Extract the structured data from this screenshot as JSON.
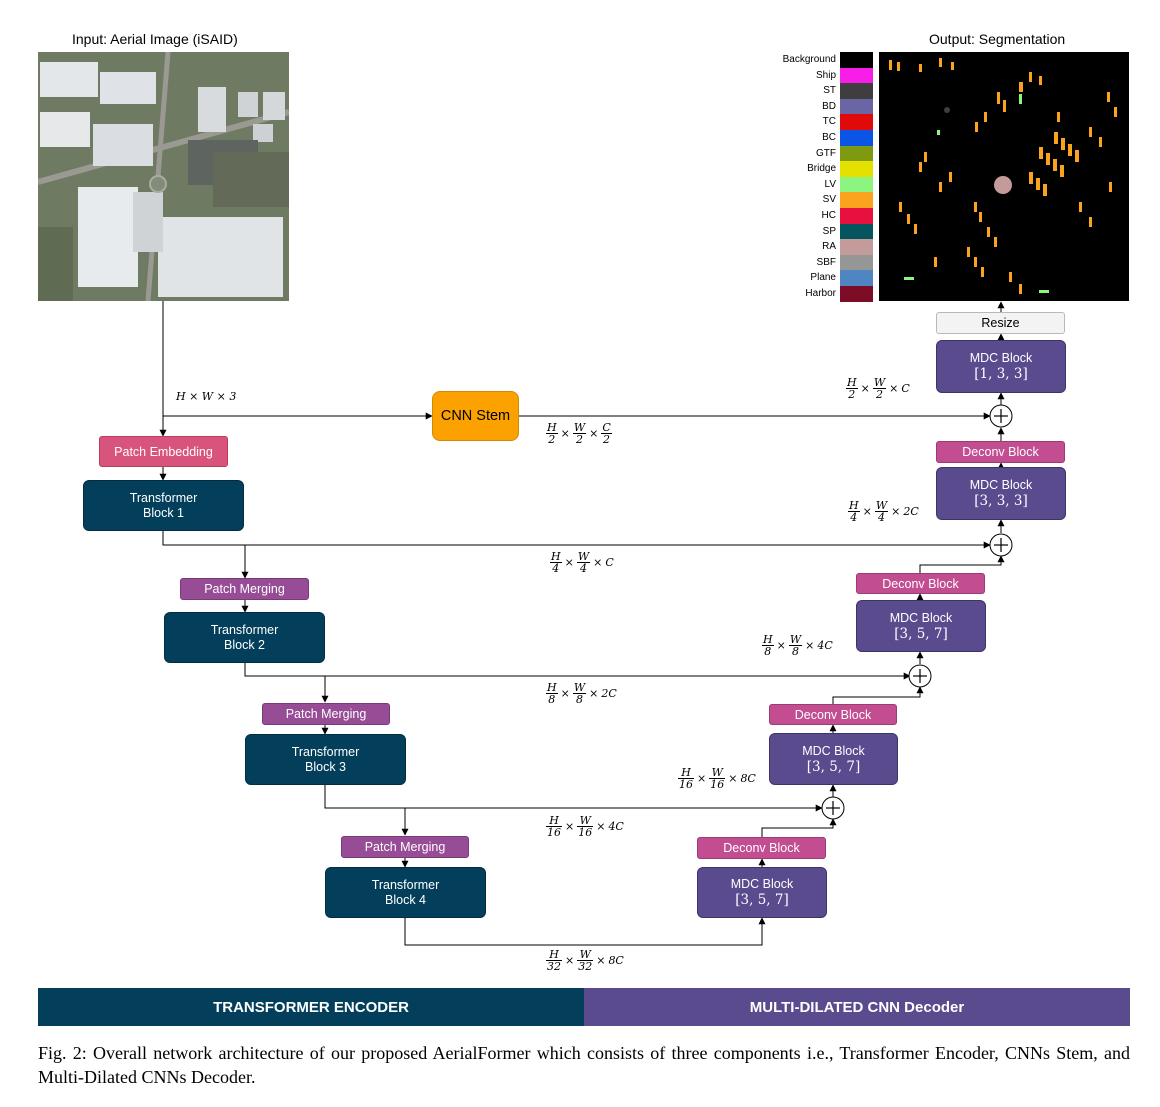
{
  "input_title": "Input: Aerial Image (iSAID)",
  "output_title": "Output: Segmentation",
  "legend": [
    {
      "label": "Background",
      "color": "#000000"
    },
    {
      "label": "Ship",
      "color": "#f81ee8"
    },
    {
      "label": "ST",
      "color": "#3e3e3e"
    },
    {
      "label": "BD",
      "color": "#6a66a5"
    },
    {
      "label": "TC",
      "color": "#e10a0a"
    },
    {
      "label": "BC",
      "color": "#0a55e6"
    },
    {
      "label": "GTF",
      "color": "#7e9a10"
    },
    {
      "label": "Bridge",
      "color": "#e4e100"
    },
    {
      "label": "LV",
      "color": "#8bf57f"
    },
    {
      "label": "SV",
      "color": "#fba21f"
    },
    {
      "label": "HC",
      "color": "#e7103f"
    },
    {
      "label": "SP",
      "color": "#04555e"
    },
    {
      "label": "RA",
      "color": "#c39b9a"
    },
    {
      "label": "SBF",
      "color": "#969696"
    },
    {
      "label": "Plane",
      "color": "#4f86c1"
    },
    {
      "label": "Harbor",
      "color": "#7d0d27"
    }
  ],
  "encoder": {
    "patch_embedding": "Patch Embedding",
    "patch_merging": "Patch Merging",
    "block1": [
      "Transformer",
      "Block 1"
    ],
    "block2": [
      "Transformer",
      "Block 2"
    ],
    "block3": [
      "Transformer",
      "Block 3"
    ],
    "block4": [
      "Transformer",
      "Block 4"
    ]
  },
  "stem": "CNN Stem",
  "decoder": {
    "deconv": "Deconv Block",
    "mdc_label": "MDC Block",
    "resize": "Resize",
    "mdc_final_dilation": "[1, 3, 3]",
    "mdc_2_dilation": "[3, 3, 3]",
    "mdc_3_dilation": "[3, 5, 7]",
    "mdc_4_dilation": "[3, 5, 7]",
    "mdc_5_dilation": "[3, 5, 7]"
  },
  "dims": {
    "input": "H × W × 3",
    "stem_out": {
      "h": "H",
      "hd": "2",
      "w": "W",
      "wd": "2",
      "c": "C",
      "cd": "2"
    },
    "dec_in_top": {
      "h": "H",
      "hd": "2",
      "w": "W",
      "wd": "2",
      "c": "C"
    },
    "dec_4": {
      "h": "H",
      "hd": "4",
      "w": "W",
      "wd": "4",
      "c": "2C"
    },
    "enc_1": {
      "h": "H",
      "hd": "4",
      "w": "W",
      "wd": "4",
      "c": "C"
    },
    "dec_8": {
      "h": "H",
      "hd": "8",
      "w": "W",
      "wd": "8",
      "c": "4C"
    },
    "enc_2": {
      "h": "H",
      "hd": "8",
      "w": "W",
      "wd": "8",
      "c": "2C"
    },
    "dec_16": {
      "h": "H",
      "hd": "16",
      "w": "W",
      "wd": "16",
      "c": "8C"
    },
    "enc_3": {
      "h": "H",
      "hd": "16",
      "w": "W",
      "wd": "16",
      "c": "4C"
    },
    "enc_4": {
      "h": "H",
      "hd": "32",
      "w": "W",
      "wd": "32",
      "c": "8C"
    }
  },
  "bars": {
    "encoder": "TRANSFORMER ENCODER",
    "decoder": "MULTI-DILATED CNN Decoder",
    "encoder_color": "#033f5a",
    "decoder_color": "#5a4a8e"
  },
  "caption": "Fig. 2: Overall network architecture of our proposed AerialFormer which consists of three components i.e., Transformer Encoder, CNNs Stem, and Multi-Dilated CNNs Decoder."
}
